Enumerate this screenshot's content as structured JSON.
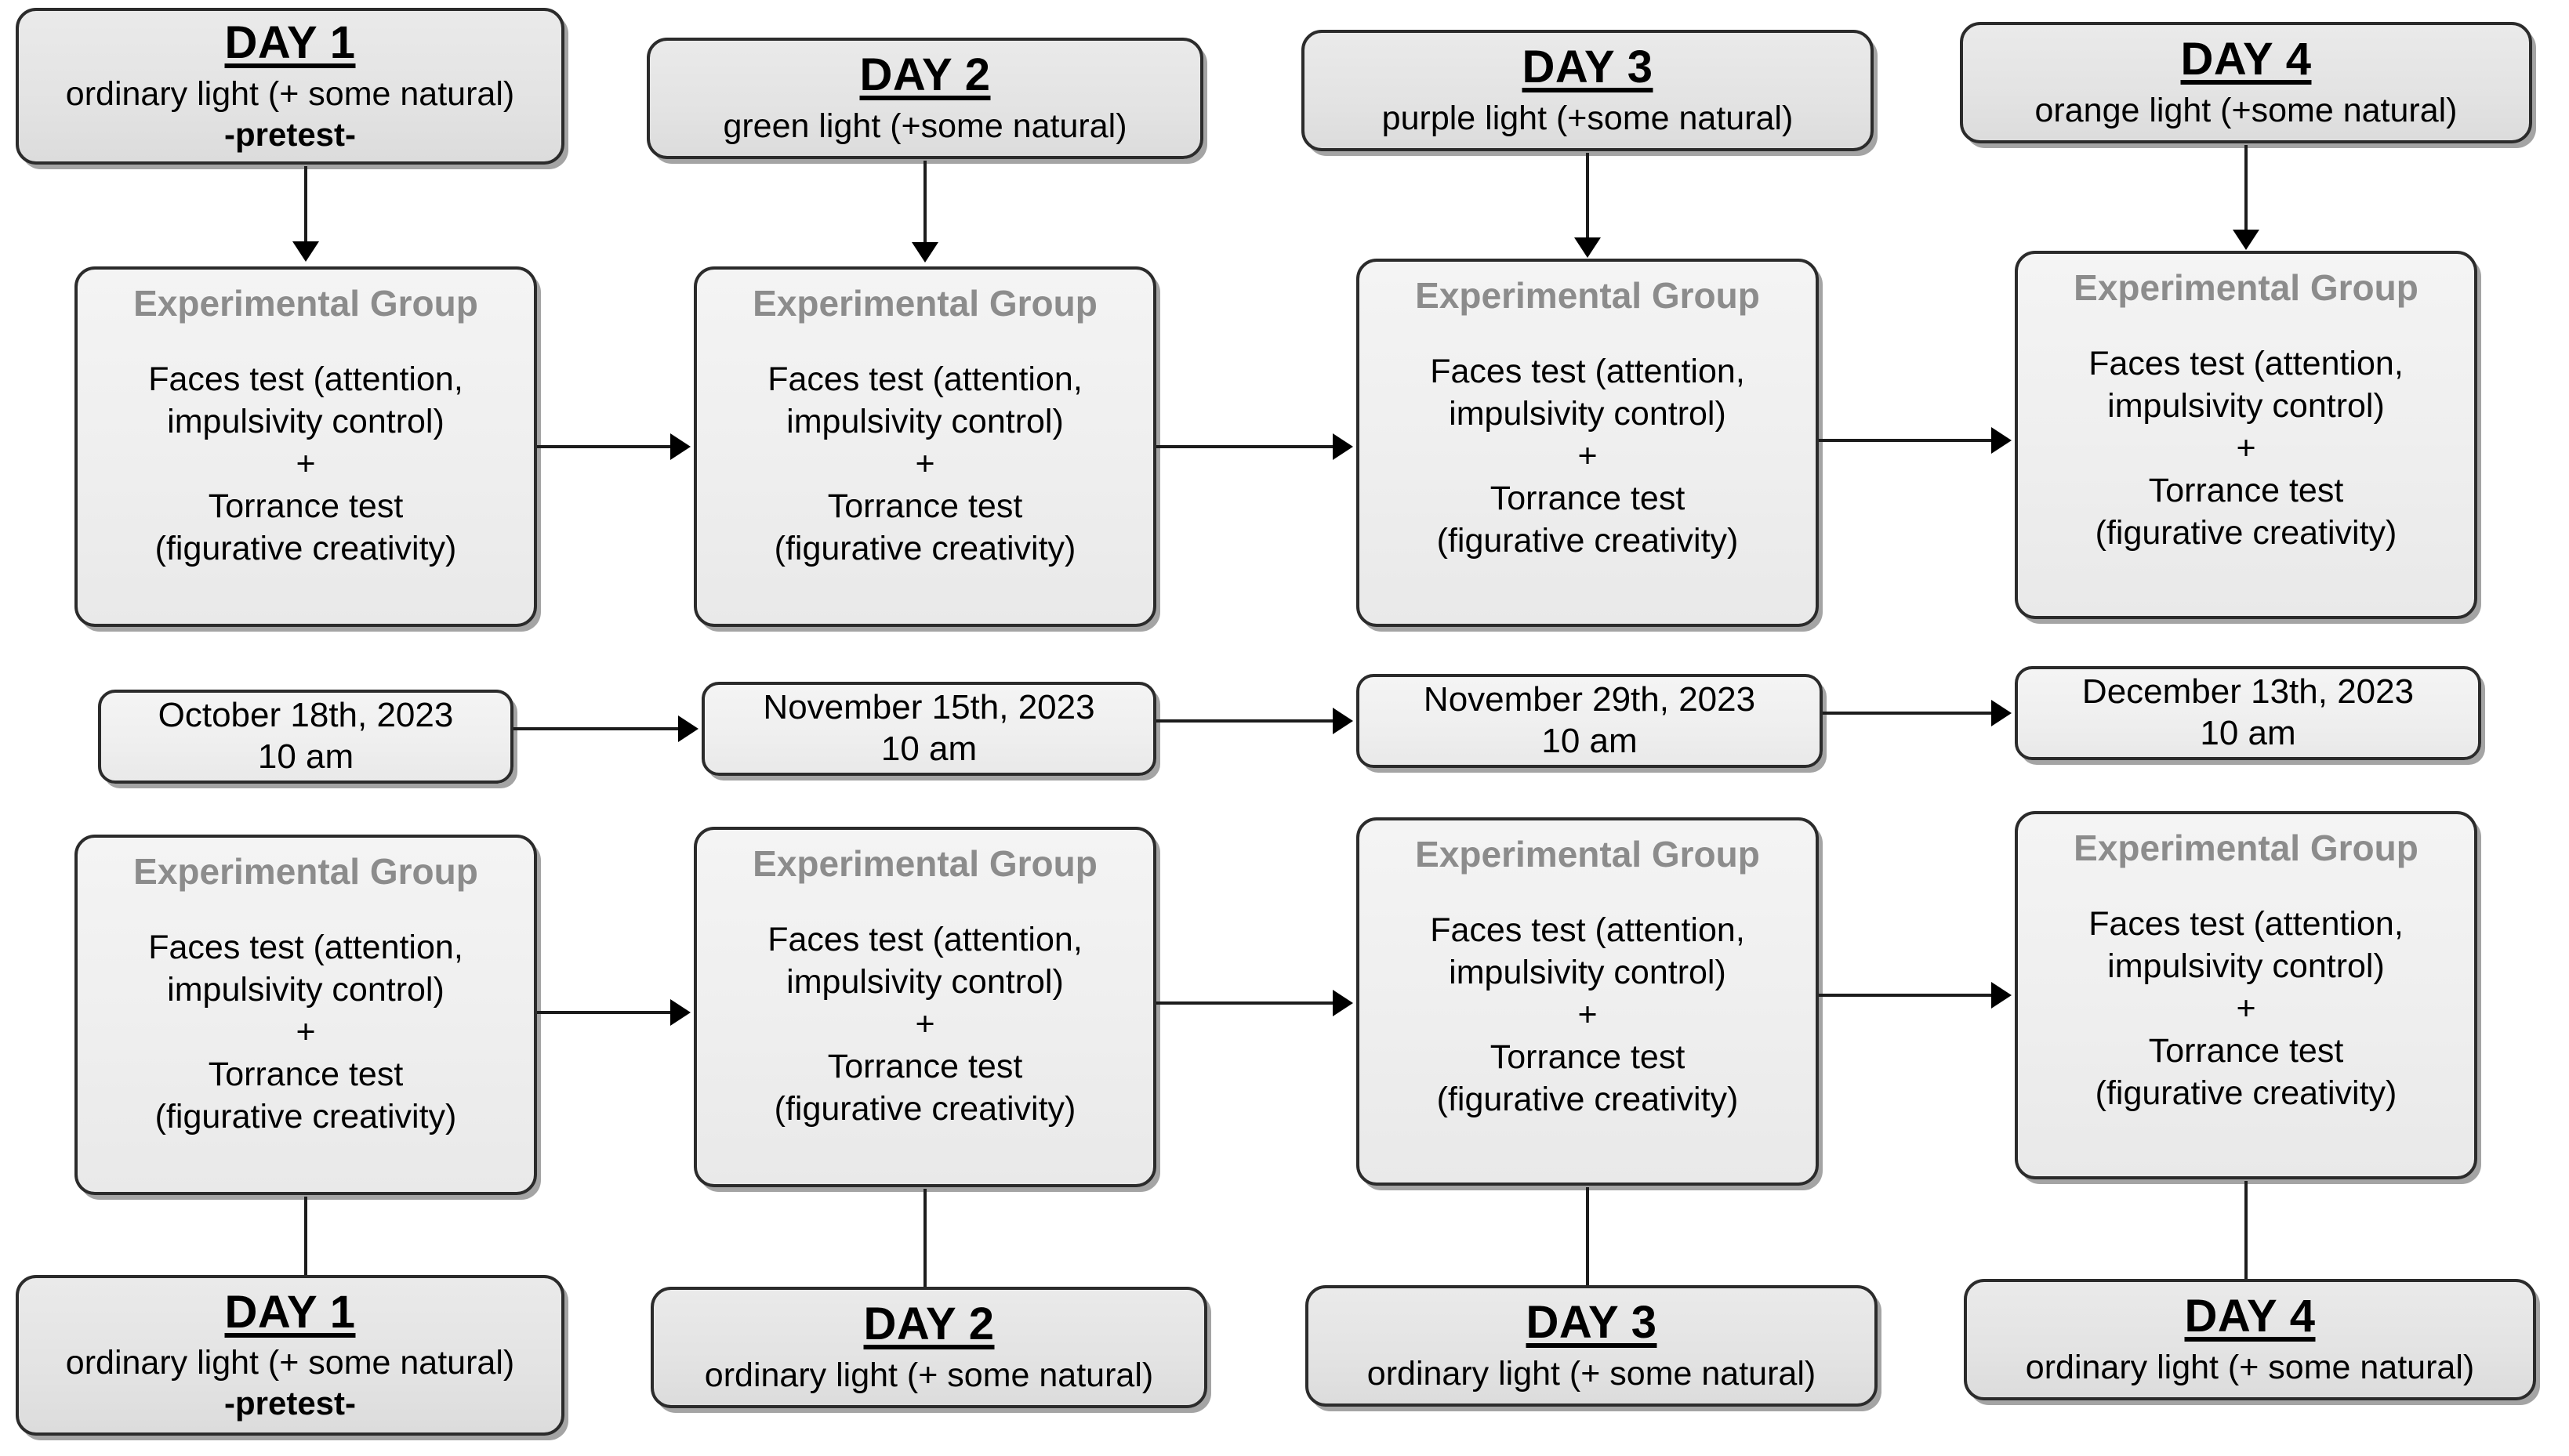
{
  "diagram": {
    "title": "Experimental procedure timeline",
    "colors": {
      "box_fill": "#efefef",
      "day_box_fill": "#e4e4e4",
      "border": "#2b2b2b",
      "group_heading": "#8c8c8c",
      "connector": "#1c1c1c",
      "page_background": "#ffffff"
    },
    "columns": [
      {
        "id": "column-1",
        "top_day": {
          "title": "DAY 1",
          "light": "ordinary light (+ some natural)",
          "note": "-pretest-"
        },
        "top_group": {
          "heading": "Experimental Group",
          "line1": "Faces test (attention,",
          "line2": "impulsivity control)",
          "plus": "+",
          "line3": "Torrance test",
          "line4": "(figurative creativity)"
        },
        "date": {
          "date": "October 18th, 2023",
          "time": "10 am"
        },
        "bottom_group": {
          "heading": "Experimental Group",
          "line1": "Faces test (attention,",
          "line2": "impulsivity control)",
          "plus": "+",
          "line3": "Torrance test",
          "line4": "(figurative creativity)"
        },
        "bottom_day": {
          "title": "DAY 1",
          "light": "ordinary light (+ some natural)",
          "note": "-pretest-"
        }
      },
      {
        "id": "column-2",
        "top_day": {
          "title": "DAY 2",
          "light": "green light (+some natural)",
          "note": ""
        },
        "top_group": {
          "heading": "Experimental Group",
          "line1": "Faces test (attention,",
          "line2": "impulsivity control)",
          "plus": "+",
          "line3": "Torrance test",
          "line4": "(figurative creativity)"
        },
        "date": {
          "date": "November 15th, 2023",
          "time": "10 am"
        },
        "bottom_group": {
          "heading": "Experimental Group",
          "line1": "Faces test (attention,",
          "line2": "impulsivity control)",
          "plus": "+",
          "line3": "Torrance test",
          "line4": "(figurative creativity)"
        },
        "bottom_day": {
          "title": "DAY 2",
          "light": "ordinary light (+ some natural)",
          "note": ""
        }
      },
      {
        "id": "column-3",
        "top_day": {
          "title": "DAY 3",
          "light": "purple light (+some natural)",
          "note": ""
        },
        "top_group": {
          "heading": "Experimental Group",
          "line1": "Faces test (attention,",
          "line2": "impulsivity control)",
          "plus": "+",
          "line3": "Torrance test",
          "line4": "(figurative creativity)"
        },
        "date": {
          "date": "November 29th, 2023",
          "time": "10 am"
        },
        "bottom_group": {
          "heading": "Experimental Group",
          "line1": "Faces test (attention,",
          "line2": "impulsivity control)",
          "plus": "+",
          "line3": "Torrance test",
          "line4": "(figurative creativity)"
        },
        "bottom_day": {
          "title": "DAY 3",
          "light": "ordinary light (+ some natural)",
          "note": ""
        }
      },
      {
        "id": "column-4",
        "top_day": {
          "title": "DAY 4",
          "light": "orange light (+some natural)",
          "note": ""
        },
        "top_group": {
          "heading": "Experimental Group",
          "line1": "Faces test (attention,",
          "line2": "impulsivity control)",
          "plus": "+",
          "line3": "Torrance test",
          "line4": "(figurative creativity)"
        },
        "date": {
          "date": "December 13th, 2023",
          "time": "10 am"
        },
        "bottom_group": {
          "heading": "Experimental Group",
          "line1": "Faces test (attention,",
          "line2": "impulsivity control)",
          "plus": "+",
          "line3": "Torrance test",
          "line4": "(figurative creativity)"
        },
        "bottom_day": {
          "title": "DAY 4",
          "light": "ordinary light (+ some natural)",
          "note": ""
        }
      }
    ]
  }
}
